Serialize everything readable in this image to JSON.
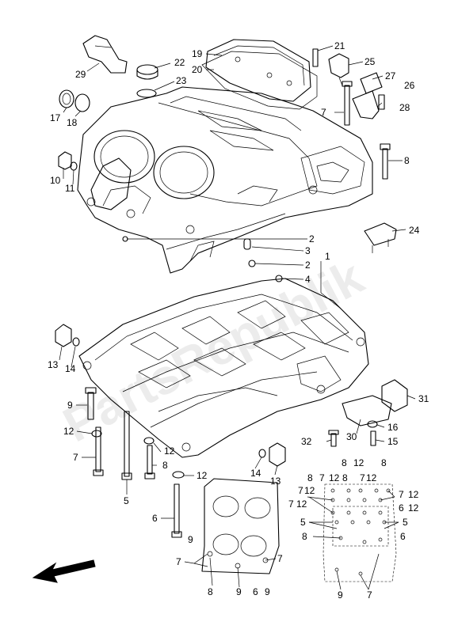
{
  "watermark": "PartsRepublik",
  "callouts": {
    "c1": "1",
    "c2a": "2",
    "c2b": "2",
    "c3": "3",
    "c4": "4",
    "c5": "5",
    "c6": "6",
    "c7a": "7",
    "c7b": "7",
    "c8a": "8",
    "c8b": "8",
    "c9": "9",
    "c10": "10",
    "c11": "11",
    "c12a": "12",
    "c12b": "12",
    "c12c": "12",
    "c13a": "13",
    "c13b": "13",
    "c14a": "14",
    "c14b": "14",
    "c15": "15",
    "c16": "16",
    "c17": "17",
    "c18": "18",
    "c19": "19",
    "c20": "20",
    "c21": "21",
    "c22": "22",
    "c23": "23",
    "c24": "24",
    "c25": "25",
    "c26": "26",
    "c27": "27",
    "c28": "28",
    "c29": "29",
    "c30": "30",
    "c31": "31",
    "c32": "32"
  },
  "bolt_chart_right": {
    "r1": [
      "8",
      "12",
      "8"
    ],
    "r2": [
      "8",
      "7",
      "12",
      "8",
      "7",
      "12"
    ],
    "r3": [
      "7",
      "12",
      "7",
      "12"
    ],
    "r4": [
      "7",
      "12",
      "6",
      "12"
    ],
    "r5": [
      "5",
      "5"
    ],
    "r6": [
      "8",
      "6"
    ],
    "bottom": [
      "9",
      "7"
    ]
  },
  "bolt_chart_left": {
    "top": "9",
    "right": "7",
    "left": "7",
    "bottom": [
      "8",
      "9",
      "6",
      "9"
    ]
  },
  "direction": "front-arrow"
}
